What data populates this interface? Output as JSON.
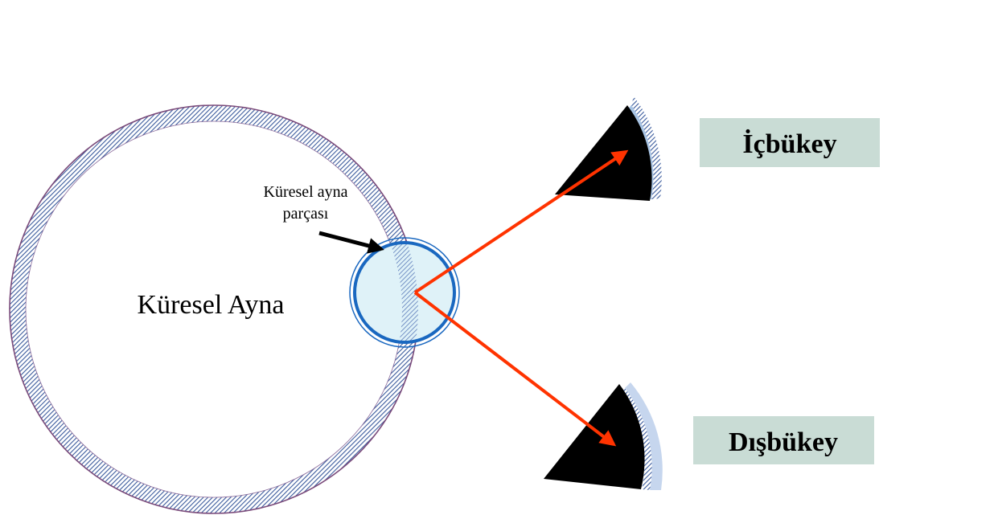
{
  "labels": {
    "sphere": "Küresel Ayna",
    "piece_line1": "Küresel ayna",
    "piece_line2": "parçası",
    "concave": "İçbükey",
    "convex": "Dışbükey"
  },
  "colors": {
    "hatch": "#3a5a9c",
    "ring_outline": "#7a4a7a",
    "small_circle_fill": "#dff2f8",
    "small_circle_ring": "#1a68c0",
    "ray": "#ff3300",
    "label_box": "#c9dcd5",
    "mirror_body": "#000000",
    "mirror_edge": "#a8c4e4"
  }
}
